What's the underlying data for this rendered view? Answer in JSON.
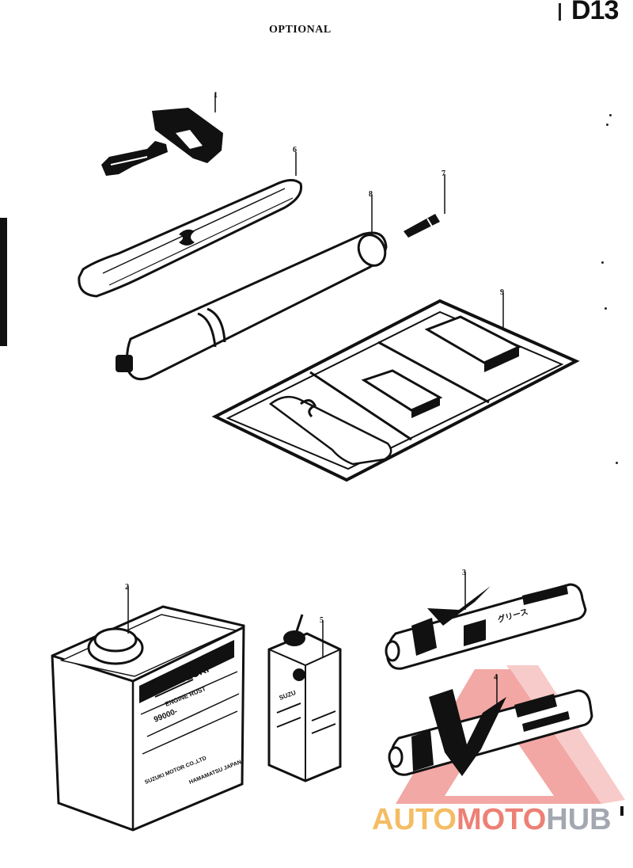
{
  "page": {
    "code": "D13",
    "heading": "OPTIONAL"
  },
  "callouts": [
    "1",
    "6",
    "7",
    "8",
    "9",
    "2",
    "5",
    "3",
    "4"
  ],
  "labels": {
    "can_brand": "SUZUKI",
    "can_line2": "ENGINE RUST",
    "can_number": "99000-",
    "can_maker": "SUZUKI MOTOR CO.,LTD",
    "can_place": "HAMAMATSU JAPAN",
    "oiler_line1": "SUZU",
    "tube3_text": "グリース"
  },
  "watermark": {
    "part1": "AUTO",
    "part2": "MOTO",
    "part3": "HUB",
    "colors": {
      "part1": "#f3b24a",
      "part2": "#ea6a5e",
      "part3": "#9a9ea8",
      "triangle": "#e8605a"
    }
  }
}
